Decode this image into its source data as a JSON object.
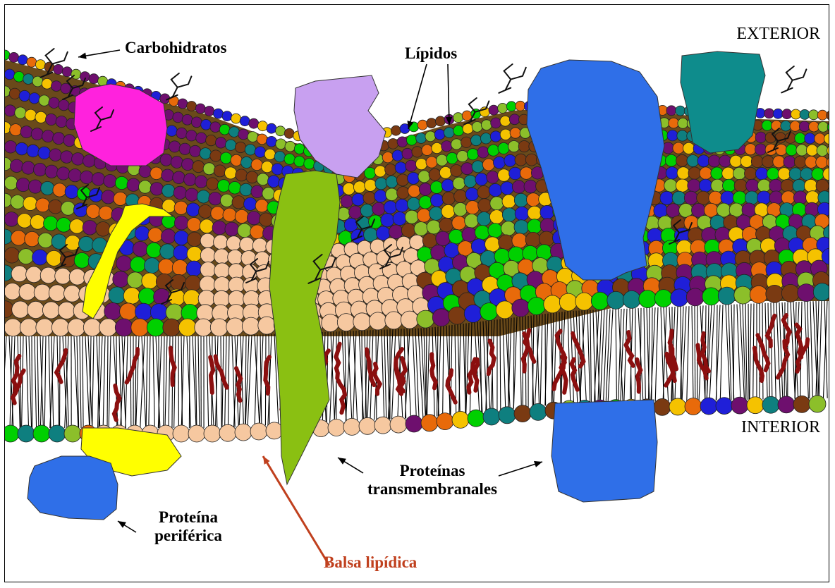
{
  "labels": {
    "exterior": "EXTERIOR",
    "interior": "INTERIOR",
    "carbohydrates": "Carbohidratos",
    "lipids": "Lípidos",
    "transmembrane_1": "Proteínas",
    "transmembrane_2": "transmembranales",
    "peripheral_1": "Proteína",
    "peripheral_2": "periférica",
    "raft": "Balsa lipídica"
  },
  "colors": {
    "border": "#000000",
    "raft_label": "#c0401e",
    "raft_arrow": "#c0401e",
    "phospholipid_heads": [
      "#f5c200",
      "#7a3a12",
      "#00d000",
      "#8cbf2a",
      "#0e7f7f",
      "#1f1fd8",
      "#6e0f6e",
      "#e86a0a",
      "#9c9cf0",
      "#f2c6a0"
    ],
    "raft_heads": "#f6c8a0",
    "lipid_tails": "#000000",
    "cholesterol": "#8b0f0f",
    "carbohydrate_protein": "#ff22dd",
    "lavender_protein": "#c8a0f0",
    "green_transmembrane_protein": "#8ac012",
    "blue_transmembrane_protein": "#2f6fe8",
    "teal_protein": "#0e8c8c",
    "yellow_protein": "#ffff00",
    "peripheral_protein": "#2f6fe8"
  }
}
